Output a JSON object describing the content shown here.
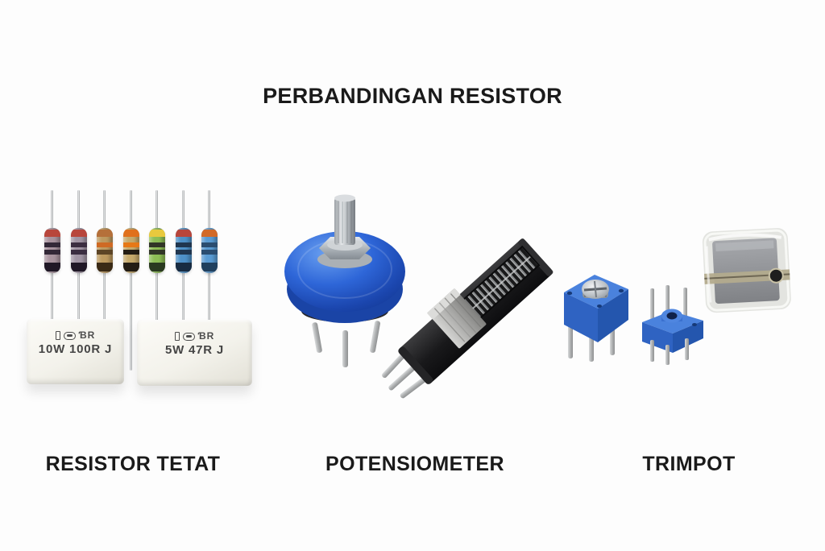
{
  "title": "PERBANDINGAN RESISTOR",
  "colors": {
    "background": "#fdfdfd",
    "text": "#1a1a1a",
    "pot_blue_dark": "#1a44a6",
    "trimpot_blue_top": "#4a82dd",
    "trimpot_blue_left": "#2f63c2",
    "trimpot_blue_right": "#2456ae",
    "lead_silver": "#c3c5c7"
  },
  "groups": {
    "fixed_resistor": {
      "label": "RESISTOR TETAT",
      "axial_resistors": [
        {
          "body": "#a8939e",
          "cap": "#b8463c",
          "bands": [
            "#332837",
            "#332837",
            "#201826"
          ]
        },
        {
          "body": "#a195a4",
          "cap": "#b8463c",
          "bands": [
            "#3b2e41",
            "#3b2e41",
            "#201826"
          ]
        },
        {
          "body": "#bd9a60",
          "cap": "#b5703a",
          "bands": [
            "#cf6a24",
            "#5d4526",
            "#3a2a16"
          ]
        },
        {
          "body": "#c6a96b",
          "cap": "#e0701c",
          "bands": [
            "#e67817",
            "#241d14",
            "#241d14"
          ]
        },
        {
          "body": "#8dbd55",
          "cap": "#e8c93e",
          "bands": [
            "#313627",
            "#313627",
            "#2a3a20"
          ]
        },
        {
          "body": "#4e91c8",
          "cap": "#b8463c",
          "bands": [
            "#20364f",
            "#20364f",
            "#182c42"
          ]
        },
        {
          "body": "#5a9bd3",
          "cap": "#d26a28",
          "bands": [
            "#2b4d70",
            "#2b4d70",
            "#20405e"
          ]
        }
      ],
      "cement_blocks": [
        {
          "logo": "ƁR",
          "value": "10W 100R J"
        },
        {
          "logo": "ƁR",
          "value": "5W 47R J"
        }
      ]
    },
    "potentiometer": {
      "label": "POTENSIOMETER"
    },
    "trimpot": {
      "label": "TRIMPOT"
    }
  }
}
